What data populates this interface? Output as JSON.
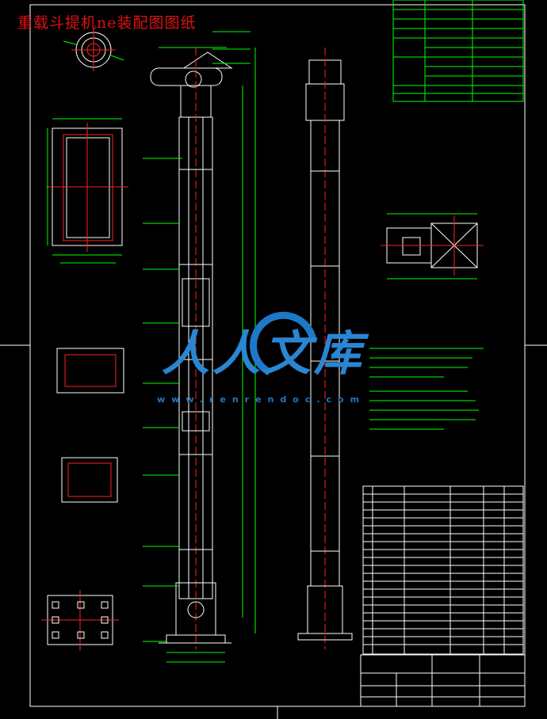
{
  "title": "重载斗提机ne装配图图纸",
  "watermark": {
    "brand": "人人文库",
    "url": "www.renrendoc.com",
    "color": "#1e78c8"
  },
  "colors": {
    "background": "#000000",
    "outline": "#ffffff",
    "dimension": "#00ff00",
    "centerline": "#ff2020",
    "title_text": "#e01010"
  }
}
